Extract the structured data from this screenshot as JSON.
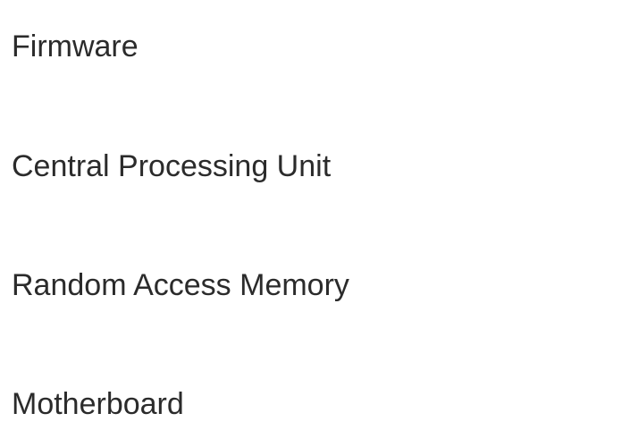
{
  "list": {
    "items": [
      {
        "label": "Firmware"
      },
      {
        "label": "Central Processing Unit"
      },
      {
        "label": "Random Access Memory"
      },
      {
        "label": "Motherboard"
      }
    ]
  },
  "colors": {
    "background": "#ffffff",
    "text": "#2b2b2b"
  }
}
